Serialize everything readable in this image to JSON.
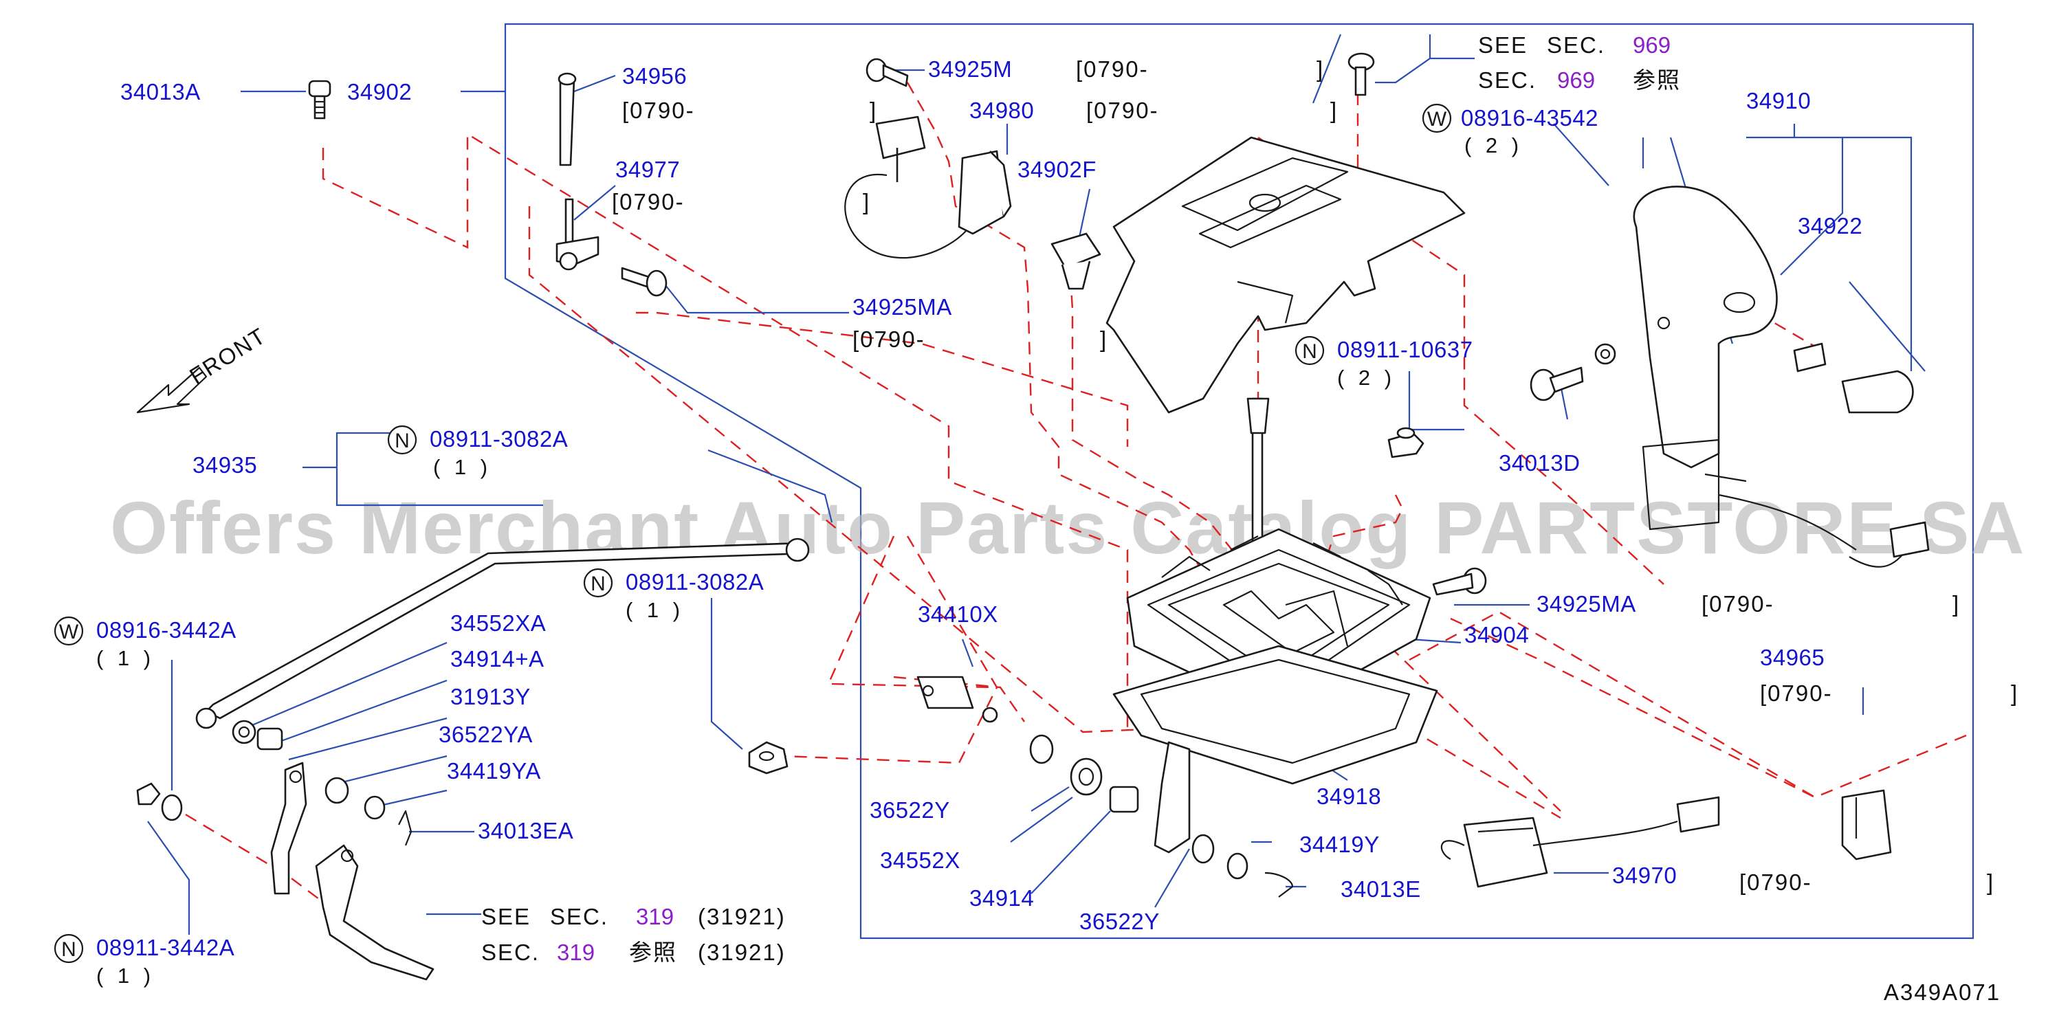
{
  "watermark": "Offers Merchant Auto Parts Catalog PARTSTORE.SA",
  "diagram_code": "A349A071",
  "front_label": "FRONT",
  "colors": {
    "part_number": "#1414d0",
    "section_ref": "#8b20c8",
    "guide_line": "#e02020",
    "leader_line": "#2a4fb0"
  },
  "parts": {
    "p34013A": "34013A",
    "p34902": "34902",
    "p34956": "34956",
    "p34977": "34977",
    "p34925MA_top": "34925MA",
    "p34925M": "34925M",
    "p34980": "34980",
    "p34902F": "34902F",
    "p34910": "34910",
    "p34922": "34922",
    "p34013D": "34013D",
    "p34935": "34935",
    "p34925MA_right": "34925MA",
    "p34904": "34904",
    "p34410X": "34410X",
    "p34965": "34965",
    "p34552XA": "34552XA",
    "p34914A": "34914+A",
    "p31913Y": "31913Y",
    "p36522YA": "36522YA",
    "p34419YA": "34419YA",
    "p34013EA": "34013EA",
    "p36522Y_left": "36522Y",
    "p34552X": "34552X",
    "p34914": "34914",
    "p36522Y_bottom": "36522Y",
    "p34419Y": "34419Y",
    "p34013E": "34013E",
    "p34918": "34918",
    "p34970": "34970"
  },
  "std_parts": {
    "w_43542": {
      "symbol": "W",
      "number": "08916-43542",
      "qty": "( 2 )"
    },
    "n_10637": {
      "symbol": "N",
      "number": "08911-10637",
      "qty": "( 2 )"
    },
    "n_3082A_1": {
      "symbol": "N",
      "number": "08911-3082A",
      "qty": "( 1 )"
    },
    "n_3082A_2": {
      "symbol": "N",
      "number": "08911-3082A",
      "qty": "( 1 )"
    },
    "w_3442A": {
      "symbol": "W",
      "number": "08916-3442A",
      "qty": "( 1 )"
    },
    "n_3442A": {
      "symbol": "N",
      "number": "08911-3442A",
      "qty": "( 1 )"
    }
  },
  "date_codes": {
    "d34956": "[0790-",
    "d34977": "[0790-",
    "d34925MA_top": "[0790-",
    "d34925M": "[0790-",
    "d34925M_close": "]",
    "d34980": "[0790-",
    "d34980_close": "]",
    "d34980_open_bracket_a": "]",
    "d34902F_close": "]",
    "d34925MA_right": "[0790-",
    "d34925MA_right_close": "]",
    "d34965": "[0790-",
    "d34965_close": "]",
    "d34970": "[0790-",
    "d34970_close": "]",
    "d_top_close": "]",
    "d_top_close2": "]"
  },
  "section_refs": {
    "top": {
      "see": "SEE",
      "sec": "SEC.",
      "num": "969",
      "sec2": "SEC.",
      "num2": "969",
      "ref": "参照"
    },
    "bottom": {
      "see": "SEE",
      "sec": "SEC.",
      "num": "319",
      "paren": "(31921)",
      "sec2": "SEC.",
      "num2": "319",
      "ref": "参照",
      "paren2": "(31921)"
    }
  }
}
